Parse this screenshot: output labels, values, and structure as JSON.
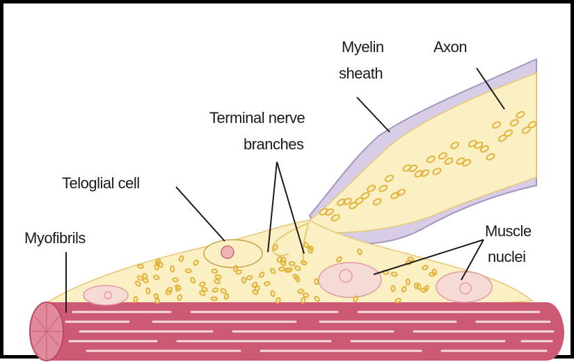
{
  "diagram": {
    "labels": {
      "myelin_line1": "Myelin",
      "myelin_line2": "sheath",
      "axon": "Axon",
      "terminal_line1": "Terminal nerve",
      "terminal_line2": "branches",
      "teloglial": "Teloglial cell",
      "myofibrils": "Myofibrils",
      "muscle_line1": "Muscle",
      "muscle_line2": "nuclei"
    },
    "colors": {
      "myelin": "#d8cde6",
      "myelin_edge": "#a695bf",
      "axoplasm": "#fbf0c4",
      "vesicle": "#e3b23a",
      "muscle": "#cc5a74",
      "muscle_stripe": "#f6dde3",
      "nucleus": "#f6dad6",
      "nucleus_edge": "#e29aa0",
      "frame": "#000000"
    }
  }
}
